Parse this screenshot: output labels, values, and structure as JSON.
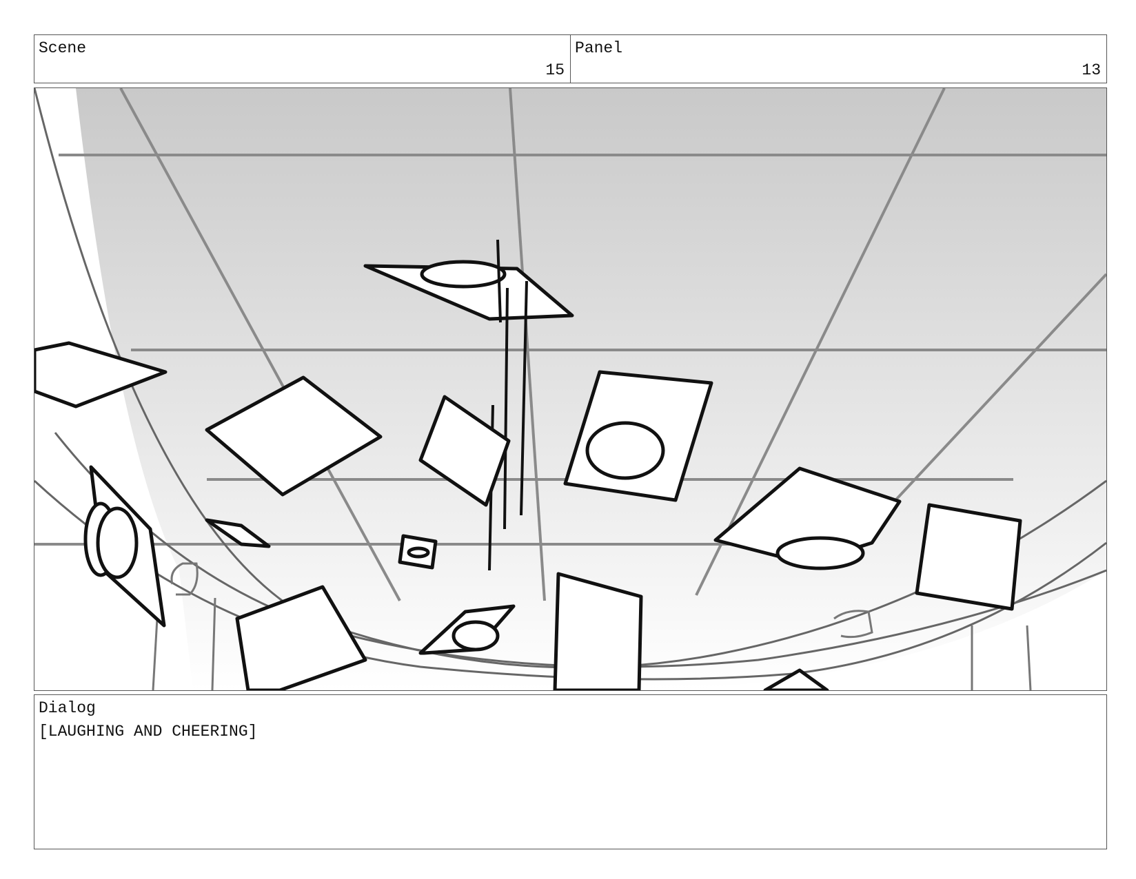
{
  "scene": {
    "label": "Scene",
    "number": "15"
  },
  "panel": {
    "label": "Panel",
    "number": "13"
  },
  "dialog": {
    "label": "Dialog",
    "text": "[LAUGHING AND CHEERING]"
  },
  "colors": {
    "border": "#555555",
    "ink": "#111111",
    "ceiling_grid": "#8a8a8a"
  }
}
